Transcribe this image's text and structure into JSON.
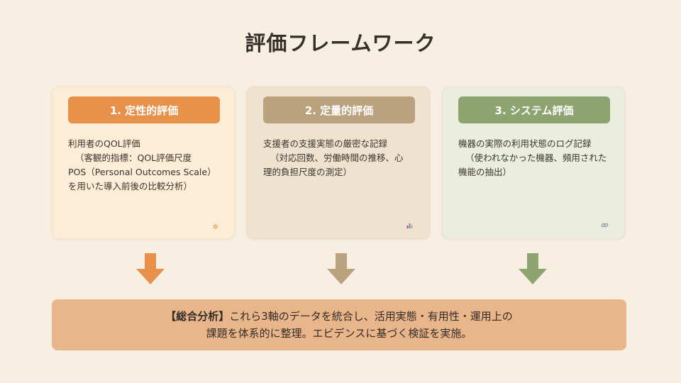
{
  "title": "評価フレームワーク",
  "cards": [
    {
      "heading": "1. 定性的評価",
      "lines": [
        "利用者のQOL評価",
        "（客観的指標：QOL評価尺度",
        "POS（Personal Outcomes Scale）",
        "を用いた導入前後の比較分析）"
      ],
      "icon": "sparkle-icon",
      "icon_glyph": "✲"
    },
    {
      "heading": "2. 定量的評価",
      "lines": [
        "支援者の支援実態の厳密な記録",
        "（対応回数、労働時間の推移、心",
        "理的負担尺度の測定）"
      ],
      "icon": "bar-chart-icon",
      "icon_glyph": "▮"
    },
    {
      "heading": "3. システム評価",
      "lines": [
        "機器の実際の利用状態のログ記録",
        "（使われなかった機器、頻用された",
        "機能の抽出）"
      ],
      "icon": "link-icon",
      "icon_glyph": "⛓"
    }
  ],
  "summary": {
    "label": "【総合分析】",
    "line1": "これら3軸のデータを統合し、活用実態・有用性・運用上の",
    "line2": "課題を体系的に整理。エビデンスに基づく検証を実施。"
  },
  "colors": {
    "orange": "#e8914a",
    "tan": "#b9a27d",
    "green": "#8ea470",
    "summary_bg": "#e9b68c"
  }
}
